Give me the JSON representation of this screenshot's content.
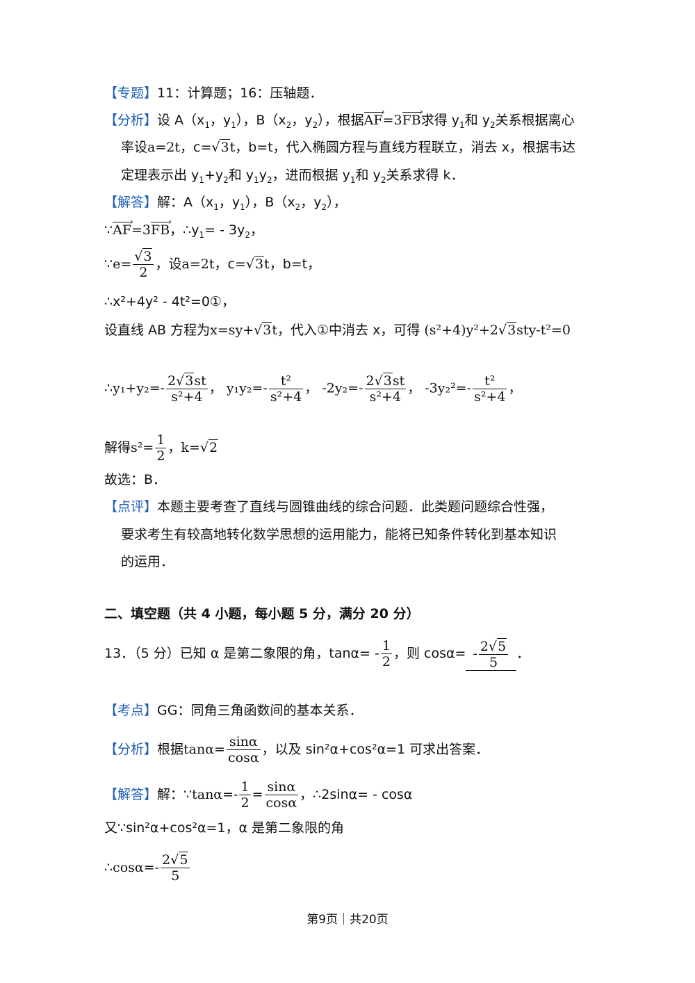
{
  "topic": {
    "tag": "【专题】",
    "text": "11：计算题；16：压轴题．"
  },
  "analysis": {
    "tag": "【分析】",
    "l1a": "设 A（x",
    "l1b": "，y",
    "l1c": "），B（x",
    "l1d": "，y",
    "l1e": "），根据",
    "vec_af": "AF",
    "eq3": "=3",
    "vec_fb": "FB",
    "l1f": "求得 y",
    "l1g": "和 y",
    "l1h": "关系根据离心",
    "l2a": "率设",
    "l2b": "a=2t",
    "l2c": "，c=",
    "l2d": "3",
    "l2e": "t",
    "l2f": "，b=t，代入椭圆方程与直线方程联立，消去 x，根据韦达",
    "l3a": "定理表示出 y",
    "l3b": "+y",
    "l3c": "和 y",
    "l3d": "y",
    "l3e": "，进而根据 y",
    "l3f": "和 y",
    "l3g": "关系求得 k．"
  },
  "solution": {
    "tag": "【解答】",
    "l1a": "解：A（x",
    "l1b": "，y",
    "l1c": "），B（x",
    "l1d": "，y",
    "l1e": "），",
    "l2a": "∵",
    "l2b": "，∴y",
    "l2c": "= - 3y",
    "l2d": "，",
    "l3a": "∵",
    "l3b": "e=",
    "l3c": "，设",
    "l3d": "a=2t",
    "l3e": "，c=",
    "l3f": "t",
    "l3g": "，b=t，",
    "l4": "∴x²+4y² - 4t²=0①，",
    "l5a": "设直线 AB 方程为",
    "l5b": "x=sy+",
    "l5c": "，代入①中消去 x，可得",
    "l5d": "(s²+4)y²+2",
    "l5e": "sty-t²=0",
    "l6a": "∴",
    "l6b": "y₁+y₂=-",
    "l6c": "，",
    "l6d": "y₁y₂=-",
    "l6e": "，",
    "l6f": "-2y₂=-",
    "l6g": "，",
    "l6h": "-3y₂²=-",
    "l6i": "，",
    "f_2r3st": "st",
    "f_s24": "s²+4",
    "f_t2": "t²",
    "l7a": "解得",
    "l7b": "s²=",
    "l7c": "，",
    "l7d": "k=",
    "l8": "故选：B．"
  },
  "comment": {
    "tag": "【点评】",
    "l1": "本题主要考查了直线与圆锥曲线的综合问题．此类题问题综合性强，",
    "l2": "要求考生有较高地转化数学思想的运用能力，能将已知条件转化到基本知识",
    "l3": "的运用．"
  },
  "section2": {
    "heading": "二、填空题（共 4 小题，每小题 5 分，满分 20 分）"
  },
  "q13": {
    "a": "13．（5 分）已知 α 是第二象限的角，tanα= -",
    "b": "，则 cosα=",
    "c": "．",
    "one": "1",
    "two": "2",
    "five": "5",
    "sqrt5": "5",
    "coef": "2",
    "neg": "-"
  },
  "kp": {
    "tag": "【考点】",
    "text": "GG：同角三角函数间的基本关系．"
  },
  "an2": {
    "tag": "【分析】",
    "a": "根据",
    "b": "tanα=",
    "num": "sinα",
    "den": "cosα",
    "c": "，以及 sin²α+cos²α=1 可求出答案．"
  },
  "sol2": {
    "tag": "【解答】",
    "a": "解：∵",
    "b": "tanα=-",
    "c": "=",
    "d": "，∴2sinα= - cosα",
    "l2": "又∵sin²α+cos²α=1，α 是第二象限的角",
    "l3a": "∴",
    "l3b": "cosα=-"
  },
  "footer": "第9页｜共20页"
}
